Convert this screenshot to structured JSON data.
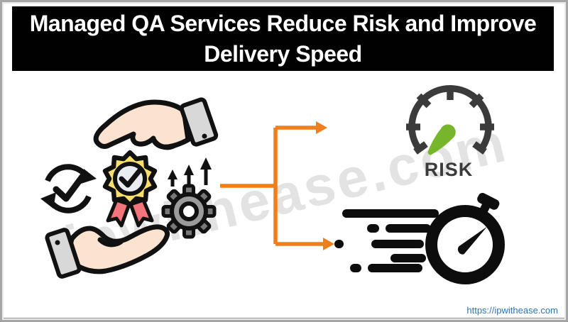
{
  "header": {
    "title_line1": "Managed QA Services Reduce Risk and Improve",
    "title_line2": "Delivery Speed"
  },
  "diagram": {
    "source_icon": "hands-presenting-quality-badge-with-cycle-arrows-and-gear",
    "connector": "orange-branch-to-two-outcomes",
    "outcome_top_icon": "risk-gauge",
    "outcome_top_label": "RISK",
    "outcome_bottom_icon": "fast-delivery-stopwatch"
  },
  "watermark": {
    "text": "ipwithease.com"
  },
  "footer": {
    "url": "https://ipwithease.com"
  },
  "colors": {
    "header_bg": "#010101",
    "header_text": "#ffffff",
    "accent_orange": "#EE7F1C",
    "gauge_dark": "#3b3b3b",
    "needle_green": "#77B62B",
    "stopwatch_black": "#0d0d0d",
    "medal_yellow": "#F8E06A",
    "ribbon_red": "#F4747C",
    "hand_skin": "#FBE3D0",
    "cuff_gray": "#D8D8D8",
    "gear_gray": "#9B9B9B",
    "url_blue": "#2e74b5",
    "watermark_gray": "#e1e1e1",
    "frame_gray": "#a6a6a6"
  }
}
